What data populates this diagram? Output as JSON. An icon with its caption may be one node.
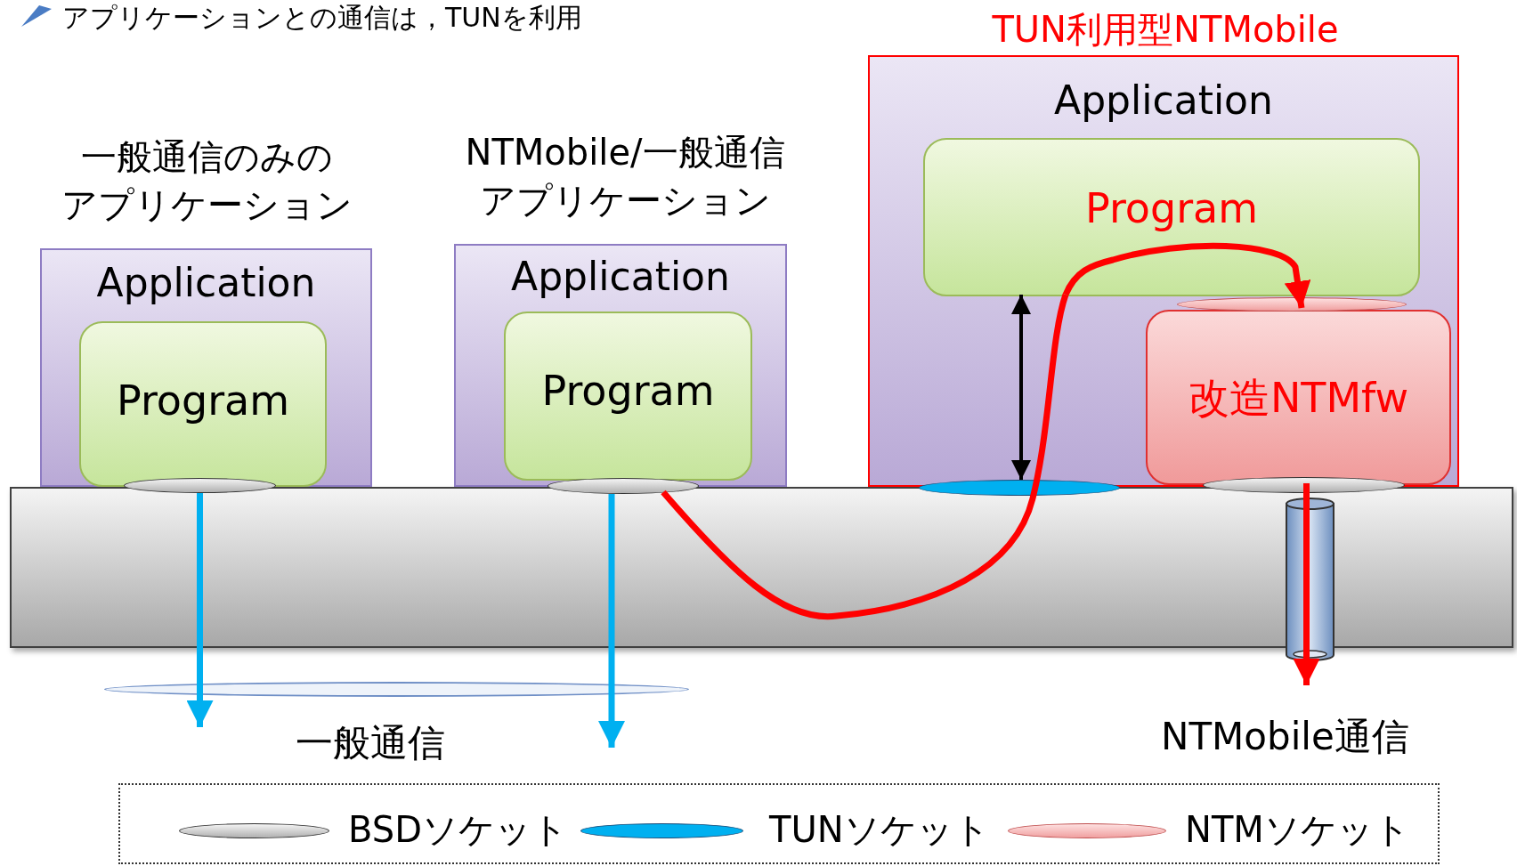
{
  "diagram": {
    "nodes": [
      {
        "text": [
          "一般通信のみのアプリケーション",
          "Application"
        ]
      },
      {
        "text": [
          "Program"
        ],
        "in": 0
      },
      {
        "text": [
          "NTMobile/一般通信アプリケーション",
          "Application"
        ]
      },
      {
        "text": [
          "Program"
        ],
        "in": 2
      },
      {
        "text": [
          "TUN利用型NTMobile",
          "Application"
        ]
      },
      {
        "text": [
          "Program"
        ],
        "in": 4
      },
      {
        "text": [
          "改造NTMfw"
        ],
        "in": 4
      },
      {
        "text": [],
        "shape": "ellipse"
      },
      {
        "text": [],
        "shape": "ellipse"
      },
      {
        "text": [],
        "shape": "ellipse"
      },
      {
        "text": [],
        "shape": "ellipse",
        "in": 4
      },
      {
        "text": [],
        "shape": "ellipse"
      },
      {
        "text": [],
        "shape": "cylinder"
      },
      {
        "text": [],
        "shape": "ellipse",
        "beside": [
          "一般通信"
        ]
      }
    ],
    "edges": [
      {
        "from": 7,
        "to": 13,
        "arrow": "to",
        "color": "#00b0f0"
      },
      {
        "from": 8,
        "to": 13,
        "arrow": "to",
        "color": "#00b0f0"
      },
      {
        "from": 8,
        "to": 5,
        "arrow": "none"
      },
      {
        "from": 5,
        "to": 6,
        "arrow": "to"
      },
      {
        "from": 9,
        "to": 5,
        "arrow": "both",
        "color": "#000000"
      },
      {
        "from": 6,
        "to": 12,
        "arrow": "to"
      }
    ],
    "labels": [
      "アプリケーションとの通信は，TUNを利用",
      "NTMobile通信"
    ],
    "legend": [
      {
        "text": "BSDソケット"
      },
      {
        "text": "TUNソケット"
      },
      {
        "text": "NTMソケット"
      }
    ]
  }
}
